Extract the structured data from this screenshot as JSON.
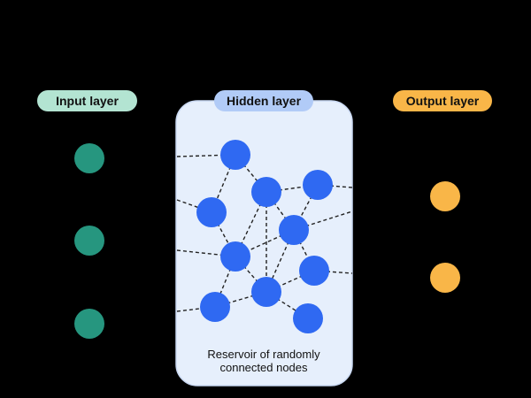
{
  "layers": {
    "input": {
      "label": "Input layer",
      "color": "#b3e4d2"
    },
    "hidden": {
      "label": "Hidden layer",
      "color": "#b1cbf7"
    },
    "output": {
      "label": "Output layer",
      "color": "#f9b648"
    }
  },
  "reservoir": {
    "caption_line1": "Reservoir of randomly",
    "caption_line2": "connected nodes",
    "box_color": "#e6effc",
    "box_border": "#c9d8f2"
  },
  "colors": {
    "background": "#000000",
    "input_node": "#26967f",
    "hidden_node": "#2f69f2",
    "output_node": "#f9b648",
    "edge": "#222222"
  }
}
